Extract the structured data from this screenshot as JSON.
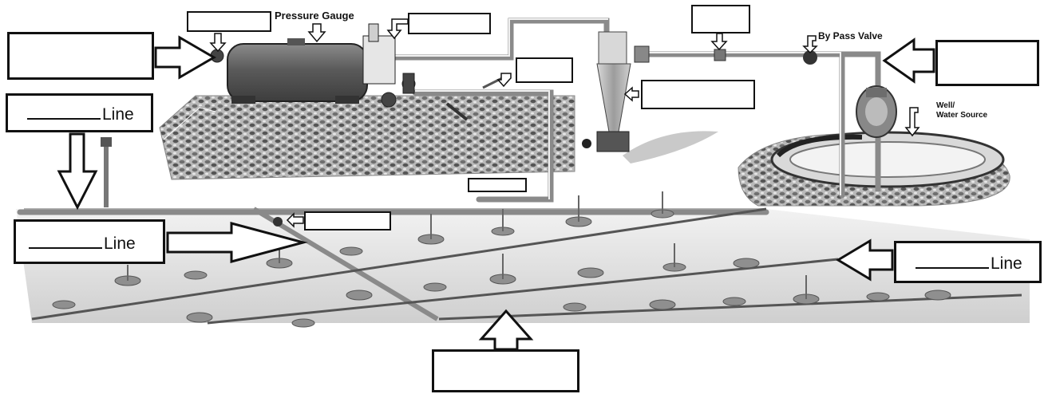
{
  "labels": {
    "pressure_gauge": "Pressure Gauge",
    "bypass_valve": "By Pass Valve",
    "well_line1": "Well/",
    "well_line2": "Water Source"
  },
  "line_boxes": {
    "upper_left": "Line",
    "lower_left": "Line",
    "right": "Line"
  },
  "colors": {
    "box_border": "#111111",
    "arrow_fill": "#ffffff",
    "pipe": "#8a8a8a",
    "tank": "#5e5e5e",
    "gravel": "#9a9a9a"
  },
  "icons": [
    "arrow-right-icon",
    "arrow-left-icon",
    "arrow-down-icon",
    "arrow-up-icon",
    "gate-valve-icon",
    "filter-icon",
    "pump-icon",
    "plant-icon"
  ]
}
